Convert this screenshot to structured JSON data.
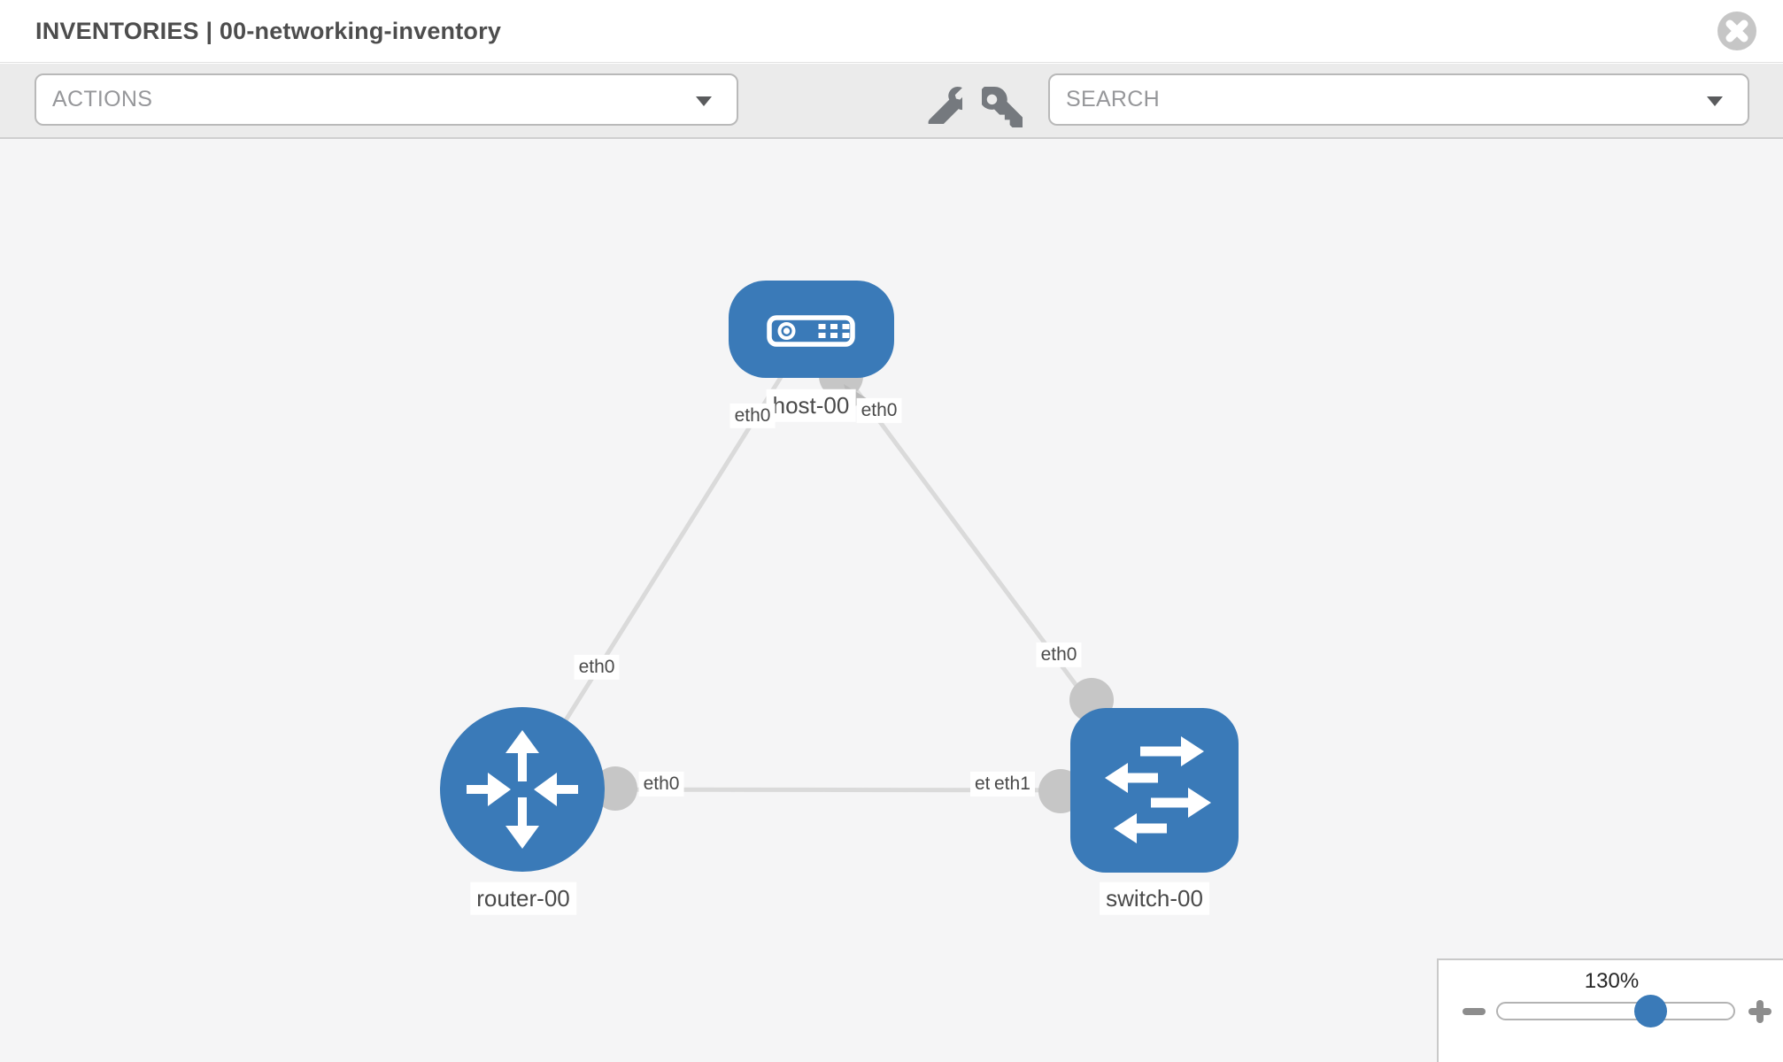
{
  "header": {
    "title": "INVENTORIES | 00-networking-inventory",
    "close_icon": "x-circle"
  },
  "toolbar": {
    "actions_label": "ACTIONS",
    "search_label": "SEARCH",
    "icons": [
      "wrench-icon",
      "key-icon"
    ]
  },
  "topology": {
    "nodes": [
      {
        "id": "host-00",
        "type": "host",
        "label": "host-00"
      },
      {
        "id": "router-00",
        "type": "router",
        "label": "router-00"
      },
      {
        "id": "switch-00",
        "type": "switch",
        "label": "switch-00"
      }
    ],
    "links": [
      {
        "from": "router-00",
        "to": "host-00",
        "from_if": "eth0",
        "to_if": "eth0"
      },
      {
        "from": "switch-00",
        "to": "host-00",
        "from_if": "eth0",
        "to_if": "eth0"
      },
      {
        "from": "router-00",
        "to": "switch-00",
        "from_if": "eth0",
        "to_if": "eth1"
      }
    ],
    "interface_labels": {
      "host_left": "eth0",
      "host_right": "eth0",
      "link_router_host": "eth0",
      "link_switch_host": "eth0",
      "router_right": "eth0",
      "switch_left_back": "eth0",
      "switch_left_front": "eth1"
    },
    "colors": {
      "node_fill": "#3a7ab8",
      "link_stroke": "#dadada",
      "connector_fill": "#c6c6c6",
      "arrowhead_fill": "#b9b9b9",
      "label_text": "#4a4a4a",
      "canvas_bg": "#f5f5f6"
    }
  },
  "zoom_control": {
    "level": "130%",
    "slider_percent": 65,
    "icons": [
      "zoom-out-minus-icon",
      "zoom-in-plus-icon"
    ]
  }
}
